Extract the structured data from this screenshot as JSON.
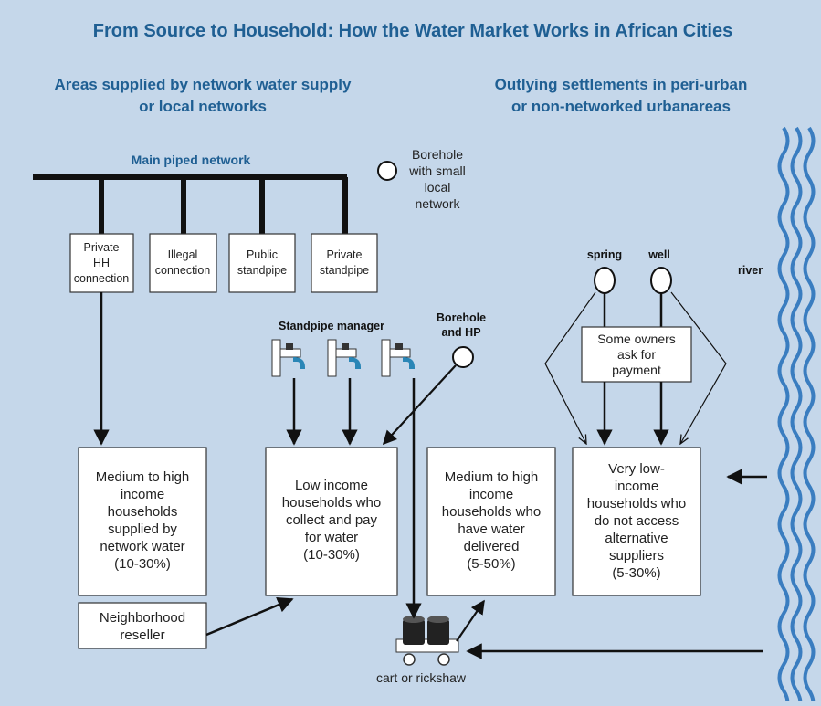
{
  "title": "From Source to Household: How the Water Market Works in African Cities",
  "left_heading": [
    "Areas supplied by network water supply",
    "or local networks"
  ],
  "right_heading": [
    "Outlying settlements in peri-urban",
    "or non-networked urbanareas"
  ],
  "main_network_label": "Main piped network",
  "borehole_network_label": [
    "Borehole",
    "with small",
    "local",
    "network"
  ],
  "connections": [
    {
      "lines": [
        "Private",
        "HH",
        "connection"
      ]
    },
    {
      "lines": [
        "Illegal",
        "connection"
      ]
    },
    {
      "lines": [
        "Public",
        "standpipe"
      ]
    },
    {
      "lines": [
        "Private",
        "standpipe"
      ]
    }
  ],
  "standpipe_manager_label": "Standpipe manager",
  "borehole_hp_label": [
    "Borehole",
    "and HP"
  ],
  "spring_label": "spring",
  "well_label": "well",
  "river_label": "river",
  "owners_box": [
    "Some owners",
    "ask for",
    "payment"
  ],
  "households": [
    {
      "lines": [
        "Medium to high",
        "income",
        "households",
        "supplied by",
        "network water",
        "(10-30%)"
      ]
    },
    {
      "lines": [
        "Low income",
        "households who",
        "collect and pay",
        "for water",
        "(10-30%)"
      ]
    },
    {
      "lines": [
        "Medium to high",
        "income",
        "households who",
        "have water",
        "delivered",
        "(5-50%)"
      ]
    },
    {
      "lines": [
        "Very low-",
        "income",
        "households who",
        "do not access",
        "alternative",
        "suppliers",
        "(5-30%)"
      ]
    }
  ],
  "reseller_box": [
    "Neighborhood",
    "reseller"
  ],
  "cart_label": "cart or rickshaw",
  "colors": {
    "background": "#c5d7ea",
    "heading": "#1f5f93",
    "river": "#3a7dc0",
    "faucet_water": "#2a86b6"
  }
}
